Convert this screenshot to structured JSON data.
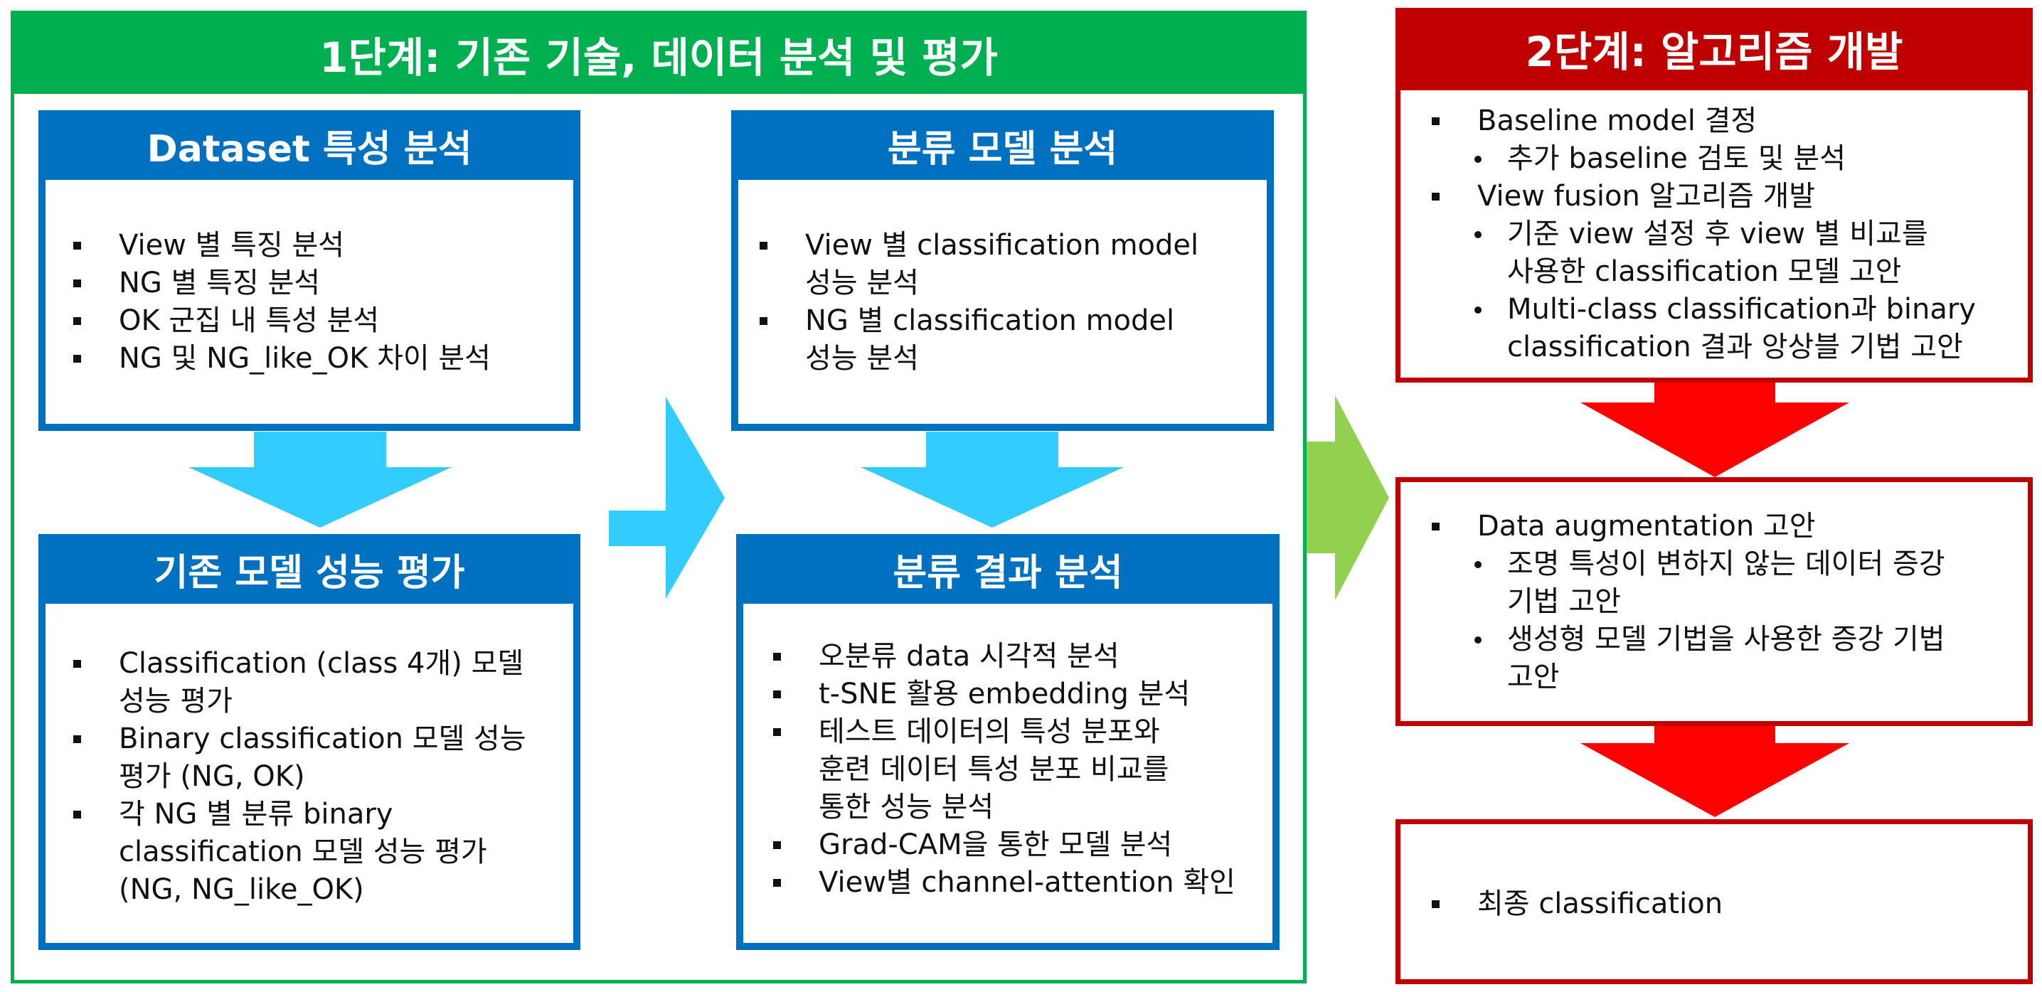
{
  "phase1": {
    "title": "1단계: 기존 기술, 데이터 분석 및 평가",
    "dataset_box": {
      "title": "Dataset 특성 분석",
      "items": [
        "View 별 특징 분석",
        "NG 별  특징 분석",
        "OK 군집 내 특성 분석",
        "NG 및 NG_like_OK  차이 분석"
      ]
    },
    "classifier_box": {
      "title": "분류 모델 분석",
      "items": [
        [
          "View 별 classification model",
          "성능 분석"
        ],
        [
          "NG 별 classification model",
          "성능 분석"
        ]
      ]
    },
    "existing_box": {
      "title": "기존 모델 성능 평가",
      "items": [
        [
          "Classification (class 4개) 모델",
          "성능 평가"
        ],
        [
          "Binary  classification 모델 성능",
          "평가 (NG, OK)"
        ],
        [
          "각 NG 별 분류 binary",
          "classification 모델 성능 평가",
          "(NG, NG_like_OK)"
        ]
      ]
    },
    "result_box": {
      "title": "분류 결과 분석",
      "items": [
        [
          "오분류 data 시각적 분석"
        ],
        [
          "t-SNE 활용 embedding 분석"
        ],
        [
          "테스트 데이터의 특성 분포와",
          "훈련 데이터 특성 분포 비교를",
          "통한 성능 분석"
        ],
        [
          "Grad-CAM을 통한 모델 분석"
        ],
        [
          "View별 channel-attention 확인"
        ]
      ]
    }
  },
  "phase2": {
    "title": "2단계: 알고리즘 개발",
    "box1": {
      "l1": "Baseline model 결정",
      "l2": "추가 baseline 검토 및 분석",
      "l3": "View fusion 알고리즘 개발",
      "l4a": "기준 view 설정 후 view 별 비교를",
      "l4b": "사용한 classification 모델 고안",
      "l5a": "Multi-class classification과 binary",
      "l5b": "classification 결과 앙상블 기법 고안"
    },
    "box2": {
      "l1": "Data augmentation 고안",
      "l2a": "조명 특성이 변하지 않는 데이터 증강",
      "l2b": "기법 고안",
      "l3a": "생성형 모델 기법을 사용한 증강 기법",
      "l3b": "고안"
    },
    "box3": {
      "l1": "최종 classification"
    }
  },
  "colors": {
    "green": "#00b050",
    "red": "#c00000",
    "blue": "#0070c0",
    "light_blue_arrow": "#33ccff",
    "light_green_arrow": "#92d050",
    "red_arrow": "#ff0000"
  }
}
